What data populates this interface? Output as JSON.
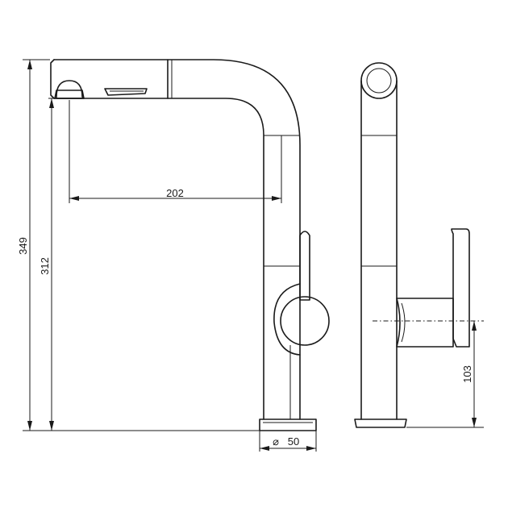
{
  "dimensions": {
    "total_height": "349",
    "spout_height": "312",
    "spout_reach": "202",
    "base_diameter": "50",
    "lever_height": "103"
  },
  "symbols": {
    "diameter_symbol": "⌀"
  }
}
